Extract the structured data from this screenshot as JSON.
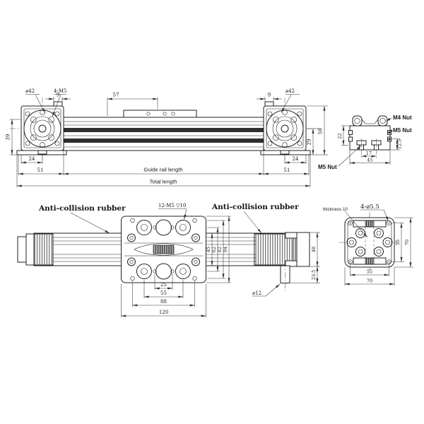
{
  "front_view": {
    "dia_left": "⌀42",
    "holes_label": "4-M5",
    "tab_left": "9",
    "strip_len": "57",
    "tab_right": "9",
    "dia_right": "⌀42",
    "height_left": "39",
    "center_height": "29",
    "total_height": "56",
    "inner_left": "24",
    "outer_left": "51",
    "guide_rail_length": "Guide rail length",
    "inner_right": "24",
    "outer_right": "51",
    "total_length": "Total length"
  },
  "profile_view": {
    "m4_nut": "M4 Nut",
    "m5_nut_side": "M5 Nut",
    "m5_nut_bottom": "M5 Nut",
    "side_height": "22",
    "slot_pitch": "17",
    "width": "45",
    "base_height": "12.5"
  },
  "plan_view": {
    "rubber_left": "Anti-collision rubber",
    "rubber_right": "Anti-collision rubber",
    "tapped_holes": "12-M5 ▽10",
    "v_dims": {
      "rail_width": "45",
      "hole_rows": "62",
      "corner_rows": "82",
      "plate_width": "94"
    },
    "h_dims": {
      "d25": "25",
      "d55": "55",
      "d88": "88",
      "d120": "120"
    },
    "end_height": "48",
    "shaft_len": "23.5",
    "shaft_dia": "⌀12"
  },
  "flange_view": {
    "thickness": "thickness 10",
    "corner_holes": "4-⌀5.5",
    "hole_span_v": "55",
    "height": "70",
    "hole_span_h": "55",
    "width": "70"
  }
}
